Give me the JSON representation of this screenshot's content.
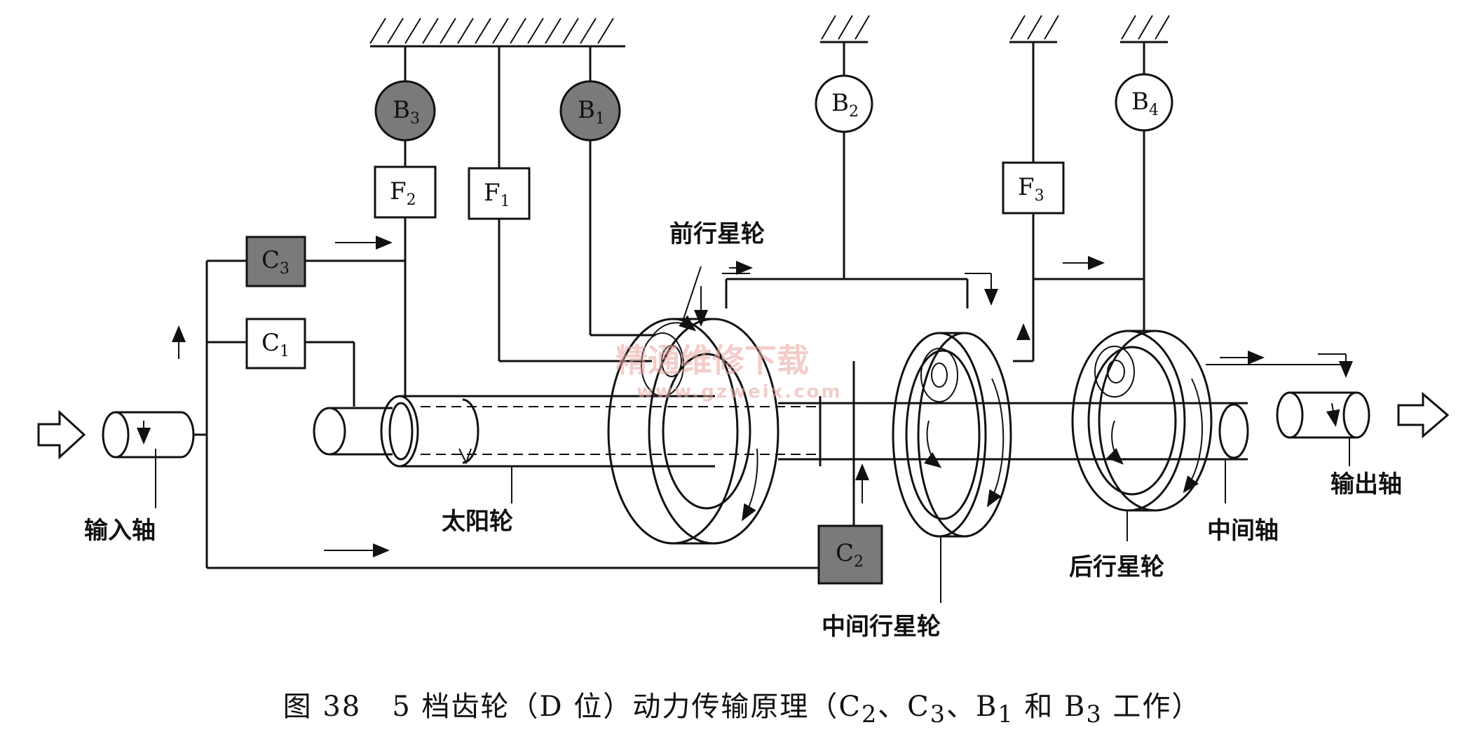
{
  "diagram": {
    "elements": {
      "B3": {
        "main": "B",
        "sub": "3"
      },
      "B1": {
        "main": "B",
        "sub": "1"
      },
      "B2": {
        "main": "B",
        "sub": "2"
      },
      "B4": {
        "main": "B",
        "sub": "4"
      },
      "F2": {
        "main": "F",
        "sub": "2"
      },
      "F1": {
        "main": "F",
        "sub": "1"
      },
      "F3": {
        "main": "F",
        "sub": "3"
      },
      "C3": {
        "main": "C",
        "sub": "3"
      },
      "C1": {
        "main": "C",
        "sub": "1"
      },
      "C2": {
        "main": "C",
        "sub": "2"
      }
    },
    "labels": {
      "front_planet": "前行星轮",
      "sun_gear": "太阳轮",
      "input_shaft": "输入轴",
      "middle_planet": "中间行星轮",
      "rear_planet": "后行星轮",
      "intermediate_shaft": "中间轴",
      "output_shaft": "输出轴"
    },
    "watermark": {
      "line1": "精通维修下载",
      "line2": "www.gzweix.com"
    },
    "colors": {
      "line": "#111111",
      "engaged_fill": "#7a7a7a",
      "free_fill": "#ffffff",
      "watermark": "#e9a6a0"
    }
  },
  "caption": {
    "fig": "图 38",
    "text": "5 档齿轮（D 位）动力传输原理（C",
    "s1": "2",
    "t2": "、C",
    "s2": "3",
    "t3": "、B",
    "s3": "1",
    "t4": " 和 B",
    "s4": "3",
    "t5": " 工作）"
  }
}
